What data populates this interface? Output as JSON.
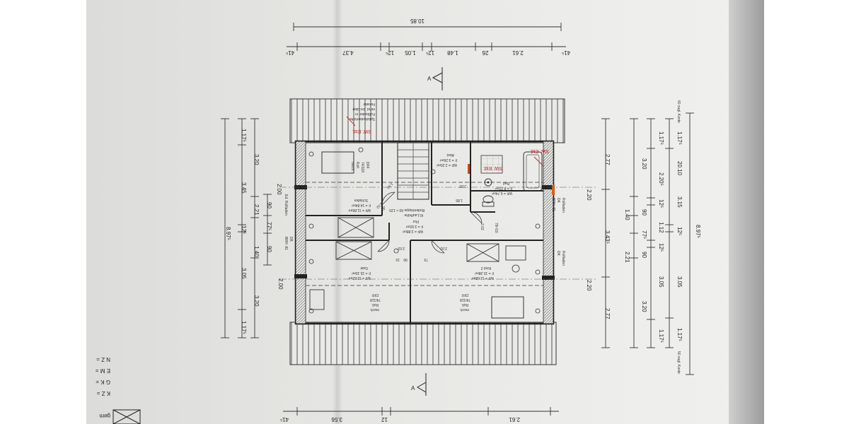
{
  "top_dims": {
    "overall": "10.85",
    "segments": [
      "41⁵",
      "4.37",
      "12⁵",
      "1.05",
      "12⁵",
      "1.48",
      "26",
      "2.61",
      "41⁵"
    ]
  },
  "bottom_dims": {
    "segments": [
      "41⁵",
      "3.56",
      "12",
      "2.61"
    ]
  },
  "left_dims": {
    "outer": "8.97⁵",
    "middle": [
      "1.17⁵",
      "3.45",
      "12⁵",
      "3.05",
      "1.17⁵"
    ],
    "inner": [
      "3.20",
      "2.21",
      "1.40",
      "3.20"
    ],
    "near": [
      "90",
      "77⁵",
      "90"
    ],
    "walls": [
      "2.00",
      "2.00"
    ]
  },
  "right_dims": {
    "near": [
      "2.77",
      "2.20",
      "3.43⁵",
      "2.20",
      "2.77"
    ],
    "inner": [
      "3.20",
      "1.40",
      "90",
      "77⁵",
      "90",
      "2.21",
      "3.20"
    ],
    "middle": [
      "1.17⁵",
      "2.20⁵",
      "12⁵",
      "1.12",
      "12⁵",
      "3.05",
      "1.17⁵"
    ],
    "far": [
      "1.17⁵",
      "20.10",
      "3.15",
      "12⁵",
      "3.05",
      "1.17⁵"
    ],
    "outer": "8.97⁵",
    "notes": [
      "60 zugl. Kante",
      "50 zugl. Kante"
    ]
  },
  "section_marks": [
    "A",
    "A"
  ],
  "rooms": [
    {
      "id": "bad",
      "name": "Bad",
      "area": "F = 8.22m²",
      "wf": "WF = 6.74m²"
    },
    {
      "id": "abst",
      "name": "Abst.",
      "area": "F = 3.26m²",
      "wf": "WF = 2.20m²"
    },
    {
      "id": "flur",
      "name": "Flur",
      "area": "F = 3.92m²",
      "wf": "WF = 3.88m²"
    },
    {
      "id": "schlaf",
      "name": "Schlafen",
      "area": "F = 14.84m²",
      "wf": "WF = 11.86m²"
    },
    {
      "id": "gast",
      "name": "Gast",
      "area": "F = 15.10m²",
      "wf": "WF = 11.82m²"
    },
    {
      "id": "kind2",
      "name": "Kind 2",
      "area": "F = 15.38m²",
      "wf": "WF = 11.68m²"
    }
  ],
  "inner_dims": [
    "1.85",
    "2.02",
    "2.02",
    "78⁵/10",
    "2.02",
    "2.02",
    "2.02",
    "10",
    "90",
    "73",
    "1.90",
    "90"
  ],
  "window_labels": [
    {
      "id": "dfr1",
      "lines": [
        "DFF",
        "74/118",
        "Roll.",
        "mech."
      ]
    },
    {
      "id": "dfr2",
      "lines": [
        "DFF",
        "74/118",
        "Roll.",
        "mech."
      ]
    },
    {
      "id": "dfr3",
      "lines": [
        "DFF",
        "74/118",
        "Roll.",
        "mech."
      ]
    }
  ],
  "side_labels": [
    "Rollladen",
    "DK",
    "BRH .81",
    "DK",
    "Rollladen",
    "BRH .81",
    "DK",
    "Ed. Rollladen"
  ],
  "red_notes": [
    "SW. Etd.",
    "SW. Etd.",
    "SW. Etd."
  ],
  "notes_top": [
    "Fenster",
    "mind. 1m über",
    "Fußboden in",
    "Spitzbodenhöhe"
  ],
  "stair_note": [
    "Bodentreppe 60 × 120",
    "Kl.Laufhöhe"
  ],
  "margin_labels": [
    "N Z =",
    "E M =",
    "G K =",
    "K Z =",
    "gem"
  ]
}
